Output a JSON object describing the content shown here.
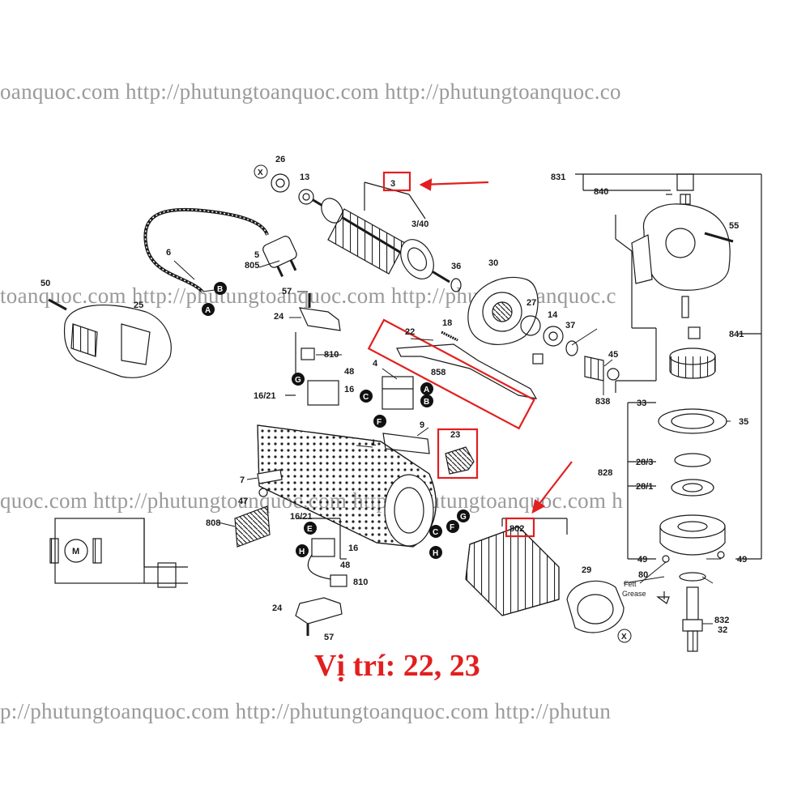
{
  "watermarks": [
    "oanquoc.com http://phutungtoanquoc.com http://phutungtoanquoc.co",
    "toanquoc.com http://phutungtoanquoc.com http://phutungtoanquoc.c",
    "quoc.com http://phutungtoanquoc.com http://phutungtoanquoc.com h",
    "p://phutungtoanquoc.com http://phutungtoanquoc.com http://phutun"
  ],
  "caption": "Vị trí: 22, 23",
  "callouts": {
    "c26": "26",
    "c13": "13",
    "c3": "3",
    "c340": "3/40",
    "c5": "5",
    "c805": "805",
    "c6": "6",
    "c50": "50",
    "c25": "25",
    "c57a": "57",
    "c24a": "24",
    "c810a": "810",
    "c48a": "48",
    "c1621a": "16/21",
    "c16a": "16",
    "c4": "4",
    "c858": "858",
    "c22": "22",
    "c18": "18",
    "c36": "36",
    "c30": "30",
    "c27": "27",
    "c14": "14",
    "c37": "37",
    "c45": "45",
    "c838": "838",
    "c9": "9",
    "c1": "1",
    "c23": "23",
    "c7": "7",
    "c47": "47",
    "c808": "808",
    "c1621b": "16/21",
    "c16b": "16",
    "c48b": "48",
    "c810b": "810",
    "c24b": "24",
    "c57b": "57",
    "c802": "802",
    "c29": "29",
    "c831": "831",
    "c840": "840",
    "c55": "55",
    "c841": "841",
    "c33": "33",
    "c35": "35",
    "c283": "28/3",
    "c828": "828",
    "c281": "28/1",
    "c49a": "49",
    "c49b": "49",
    "c80": "80",
    "c832": "832",
    "c32": "32",
    "fett": "Fett",
    "grease": "Grease",
    "motor": "M",
    "x1": "X",
    "x2": "X"
  },
  "markers": {
    "A": "A",
    "B": "B",
    "C": "C",
    "E": "E",
    "F": "F",
    "G": "G",
    "H": "H"
  },
  "colors": {
    "highlight": "#e21f1f",
    "line": "#1a1a1a",
    "watermark": "#9a9a9a"
  }
}
